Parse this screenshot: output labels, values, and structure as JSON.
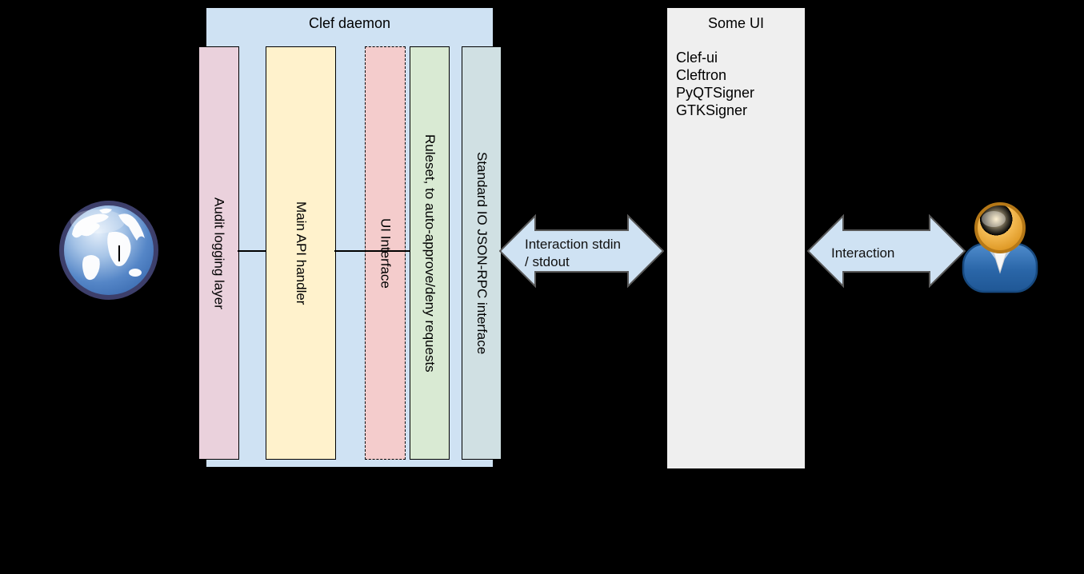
{
  "canvas": {
    "background": "#000000"
  },
  "clef_daemon": {
    "title": "Clef daemon",
    "box_color": "#cfe2f3",
    "layers": [
      {
        "label": "Audit logging layer",
        "color": "#ead1dc",
        "border": "solid"
      },
      {
        "label": "Main API handler",
        "color": "#fff2cc",
        "border": "solid"
      },
      {
        "label": "UI Interface",
        "color": "#f4cccc",
        "border": "dashed"
      },
      {
        "label": "Ruleset, to auto-approve/deny requests",
        "color": "#d9ead3",
        "border": "solid"
      },
      {
        "label": "Standard IO JSON-RPC interface",
        "color": "#d0e0e3",
        "border": "solid"
      }
    ]
  },
  "some_ui": {
    "title": "Some UI",
    "box_color": "#efefef",
    "items": [
      "Clef-ui",
      "Cleftron",
      "PyQTSigner",
      "GTKSigner"
    ]
  },
  "arrows": [
    {
      "name": "stdio-interaction-arrow",
      "label_line1": "Interaction stdin",
      "label_line2": "/ stdout",
      "fill": "#cfe2f3",
      "stroke": "#595959"
    },
    {
      "name": "user-interaction-arrow",
      "label_line1": "Interaction",
      "label_line2": "",
      "fill": "#cfe2f3",
      "stroke": "#595959"
    }
  ],
  "icons": {
    "left": "internet-globe",
    "right": "user-person"
  }
}
